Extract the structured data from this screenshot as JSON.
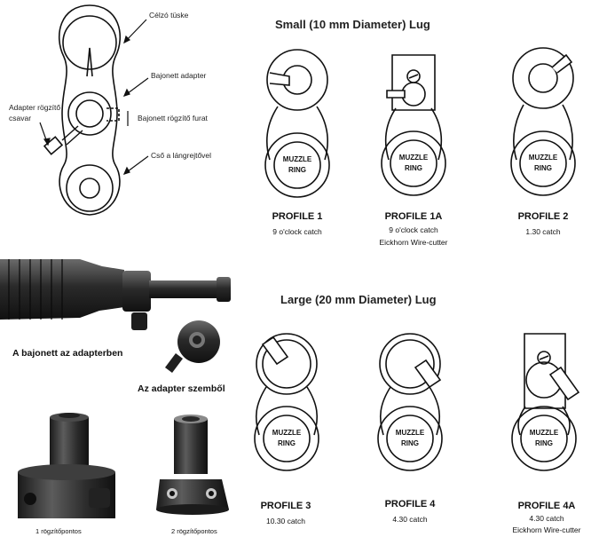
{
  "diagram_labels": {
    "celzo_tuske": "Célzó tüske",
    "bajonett_adapter": "Bajonett adapter",
    "adapter_rogzito_line1": "Adapter rögzítő",
    "adapter_rogzito_line2": "csavar",
    "bajonett_rogzito_furat": "Bajonett rögzítő furat",
    "cso_langrejtovel": "Cső a lángrejtővel"
  },
  "photo_captions": {
    "bajonett_adapterben": "A bajonett az adapterben",
    "adapter_szembol": "Az adapter szemből",
    "egy_rogzitopontos": "1 rögzítőpontos",
    "ket_rogzitopontos": "2 rögzítőpontos"
  },
  "sections": {
    "small_heading": "Small (10 mm Diameter) Lug",
    "large_heading": "Large (20 mm Diameter) Lug"
  },
  "muzzle_ring": {
    "line1": "MUZZLE",
    "line2": "RING"
  },
  "profiles": [
    {
      "title": "PROFILE 1",
      "desc1": "9 o'clock catch",
      "desc2": ""
    },
    {
      "title": "PROFILE 1A",
      "desc1": "9 o'clock catch",
      "desc2": "Eickhorn Wire-cutter"
    },
    {
      "title": "PROFILE 2",
      "desc1": "1.30 catch",
      "desc2": ""
    },
    {
      "title": "PROFILE 3",
      "desc1": "10.30 catch",
      "desc2": ""
    },
    {
      "title": "PROFILE 4",
      "desc1": "4.30 catch",
      "desc2": ""
    },
    {
      "title": "PROFILE 4A",
      "desc1": "4.30 catch",
      "desc2": "Eickhorn Wire-cutter"
    }
  ]
}
